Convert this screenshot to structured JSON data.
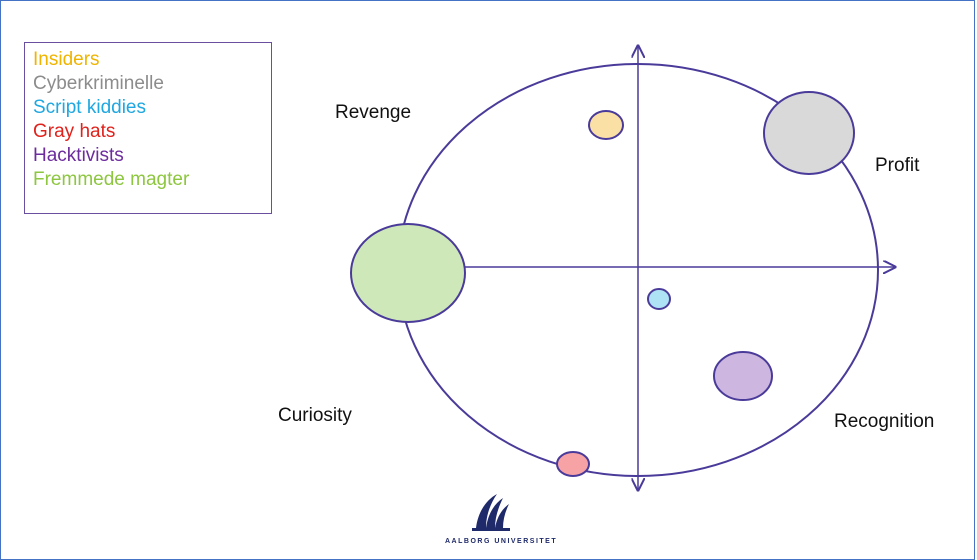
{
  "legend": {
    "items": [
      {
        "label": "Insiders",
        "color": "#f0b400"
      },
      {
        "label": "Cyberkriminelle",
        "color": "#8c8c8c"
      },
      {
        "label": "Script kiddies",
        "color": "#1ea7e1"
      },
      {
        "label": "Gray hats",
        "color": "#e0221c"
      },
      {
        "label": "Hacktivists",
        "color": "#6d2c9e"
      },
      {
        "label": "Fremmede magter",
        "color": "#8dc63f"
      }
    ]
  },
  "quadrant_labels": {
    "top_left": "Revenge",
    "top_right": "Profit",
    "bottom_left": "Curiosity",
    "bottom_right": "Recognition"
  },
  "bubbles": [
    {
      "group": "Insiders",
      "fill": "#fbe0a6"
    },
    {
      "group": "Cyberkriminelle",
      "fill": "#d9d9d9"
    },
    {
      "group": "Script kiddies",
      "fill": "#aee3f5"
    },
    {
      "group": "Gray hats",
      "fill": "#f7a3a6"
    },
    {
      "group": "Hacktivists",
      "fill": "#cdb7e0"
    },
    {
      "group": "Fremmede magter",
      "fill": "#cfe8b9"
    }
  ],
  "colors": {
    "axis": "#4a3b9a",
    "frame": "#4472c4"
  },
  "logo": {
    "text": "AALBORG UNIVERSITET"
  }
}
